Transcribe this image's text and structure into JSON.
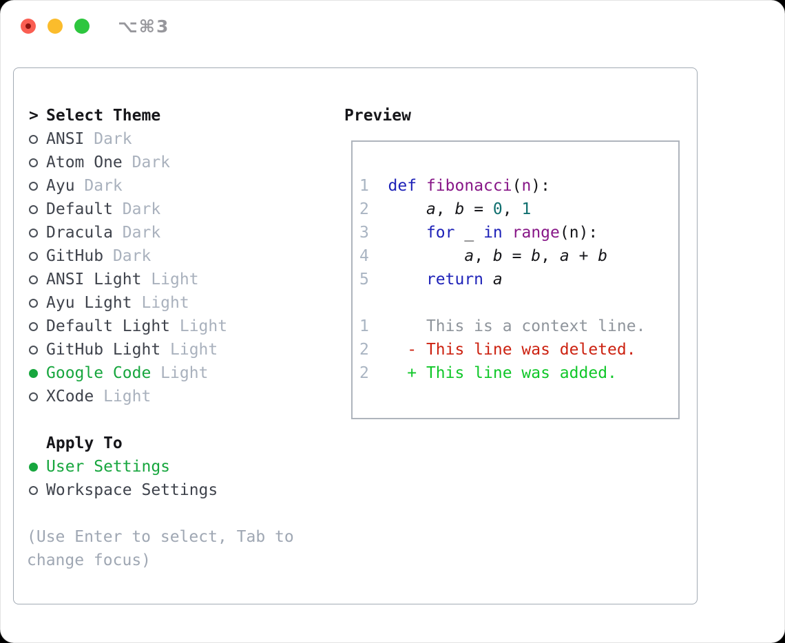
{
  "window": {
    "title": "⌥⌘3",
    "traffic_lights": [
      "close",
      "minimize",
      "zoom"
    ]
  },
  "colors": {
    "selected_green": "#17A63E",
    "keyword_blue": "#1E22B8",
    "function_purple": "#871687",
    "number_teal": "#0E6E6E",
    "added_green": "#10C729",
    "deleted_red": "#CC2211",
    "context_gray": "#8F959C",
    "line_number_gray": "#A9B4C2",
    "muted_gray": "#A9B1BD"
  },
  "theme_list": {
    "header": "Select Theme",
    "items": [
      {
        "name": "ANSI",
        "suffix": "Dark",
        "selected": false
      },
      {
        "name": "Atom One",
        "suffix": "Dark",
        "selected": false
      },
      {
        "name": "Ayu",
        "suffix": "Dark",
        "selected": false
      },
      {
        "name": "Default",
        "suffix": "Dark",
        "selected": false
      },
      {
        "name": "Dracula",
        "suffix": "Dark",
        "selected": false
      },
      {
        "name": "GitHub",
        "suffix": "Dark",
        "selected": false
      },
      {
        "name": "ANSI Light",
        "suffix": "Light",
        "selected": false
      },
      {
        "name": "Ayu Light",
        "suffix": "Light",
        "selected": false
      },
      {
        "name": "Default Light",
        "suffix": "Light",
        "selected": false
      },
      {
        "name": "GitHub Light",
        "suffix": "Light",
        "selected": false
      },
      {
        "name": "Google Code",
        "suffix": "Light",
        "selected": true
      },
      {
        "name": "XCode",
        "suffix": "Light",
        "selected": false
      }
    ]
  },
  "apply_to": {
    "header": "Apply To",
    "items": [
      {
        "name": "User Settings",
        "selected": true
      },
      {
        "name": "Workspace Settings",
        "selected": false
      }
    ]
  },
  "hint": "(Use Enter to select, Tab to change focus)",
  "preview": {
    "title": "Preview",
    "code_lines": [
      {
        "num": "1",
        "tokens": [
          [
            "def",
            "kw"
          ],
          [
            " ",
            "pl"
          ],
          [
            "fibonacci",
            "fn"
          ],
          [
            "(",
            "pl"
          ],
          [
            "n",
            "fn"
          ],
          [
            "):",
            "pl"
          ]
        ]
      },
      {
        "num": "2",
        "tokens": [
          [
            "    ",
            "pl"
          ],
          [
            "a",
            "var"
          ],
          [
            ", ",
            "pl"
          ],
          [
            "b",
            "var"
          ],
          [
            " = ",
            "pl"
          ],
          [
            "0",
            "num"
          ],
          [
            ", ",
            "pl"
          ],
          [
            "1",
            "num"
          ]
        ]
      },
      {
        "num": "3",
        "tokens": [
          [
            "    ",
            "pl"
          ],
          [
            "for",
            "kw"
          ],
          [
            " ",
            "pl"
          ],
          [
            "_",
            "var"
          ],
          [
            " ",
            "pl"
          ],
          [
            "in",
            "kw"
          ],
          [
            " ",
            "pl"
          ],
          [
            "range",
            "fn"
          ],
          [
            "(n):",
            "pl"
          ]
        ]
      },
      {
        "num": "4",
        "tokens": [
          [
            "        ",
            "pl"
          ],
          [
            "a",
            "var"
          ],
          [
            ", ",
            "pl"
          ],
          [
            "b",
            "var"
          ],
          [
            " = ",
            "pl"
          ],
          [
            "b",
            "var"
          ],
          [
            ", ",
            "pl"
          ],
          [
            "a",
            "var"
          ],
          [
            " + ",
            "pl"
          ],
          [
            "b",
            "var"
          ]
        ]
      },
      {
        "num": "5",
        "tokens": [
          [
            "    ",
            "pl"
          ],
          [
            "return",
            "kw"
          ],
          [
            " ",
            "pl"
          ],
          [
            "a",
            "var"
          ]
        ]
      }
    ],
    "diff_lines": [
      {
        "num": "1",
        "text": "      This is a context line.",
        "kind": "ctx"
      },
      {
        "num": "2",
        "text": "    - This line was deleted.",
        "kind": "del"
      },
      {
        "num": "2",
        "text": "    + This line was added.",
        "kind": "add"
      }
    ]
  }
}
